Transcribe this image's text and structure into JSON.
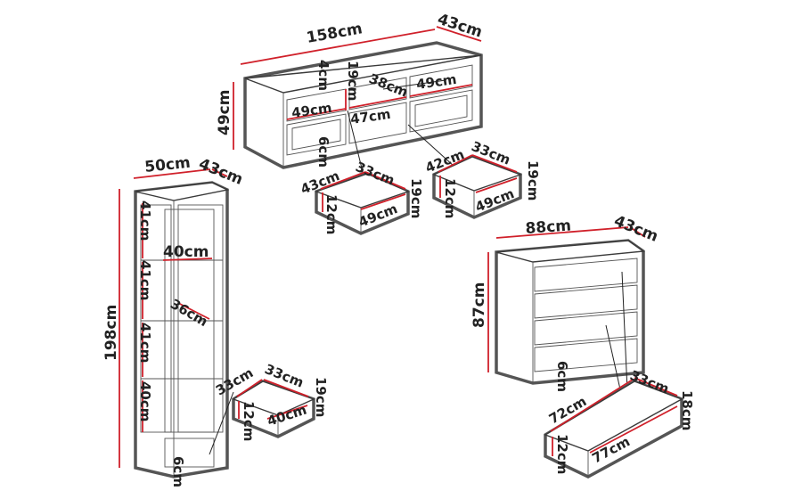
{
  "diagram": {
    "tv_unit": {
      "width": "158cm",
      "depth": "43cm",
      "height": "49cm",
      "top_gap": "4cm",
      "shelf_height": "19cm",
      "middle_width": "38cm",
      "compartment_left": "49cm",
      "compartment_right": "49cm",
      "drawer_left": "49cm",
      "drawer_middle": "47cm",
      "plinth": "6cm"
    },
    "tv_drawer_left": {
      "depth": "43cm",
      "inner_depth": "33cm",
      "height": "19cm",
      "inner_height": "12cm",
      "width": "49cm"
    },
    "tv_drawer_right": {
      "depth": "42cm",
      "inner_depth": "33cm",
      "height": "19cm",
      "inner_height": "12cm",
      "width": "49cm"
    },
    "cabinet": {
      "width": "50cm",
      "depth": "43cm",
      "height": "198cm",
      "shelf_1": "41cm",
      "shelf_2": "41cm",
      "shelf_3": "41cm",
      "shelf_4": "40cm",
      "inner_width": "40cm",
      "inner_depth": "36cm",
      "plinth": "6cm"
    },
    "cabinet_drawer": {
      "depth": "33cm",
      "inner_depth": "33cm",
      "height": "19cm",
      "inner_height": "12cm",
      "width": "40cm"
    },
    "chest": {
      "width": "88cm",
      "depth": "43cm",
      "height": "87cm",
      "plinth": "6cm"
    },
    "chest_drawer": {
      "width": "72cm",
      "inner_depth": "33cm",
      "height": "18cm",
      "inner_height": "12cm",
      "inner_width": "77cm"
    }
  },
  "colors": {
    "outline": "#3a3a3a",
    "dimension_line": "#d0202a",
    "text": "#222222"
  }
}
